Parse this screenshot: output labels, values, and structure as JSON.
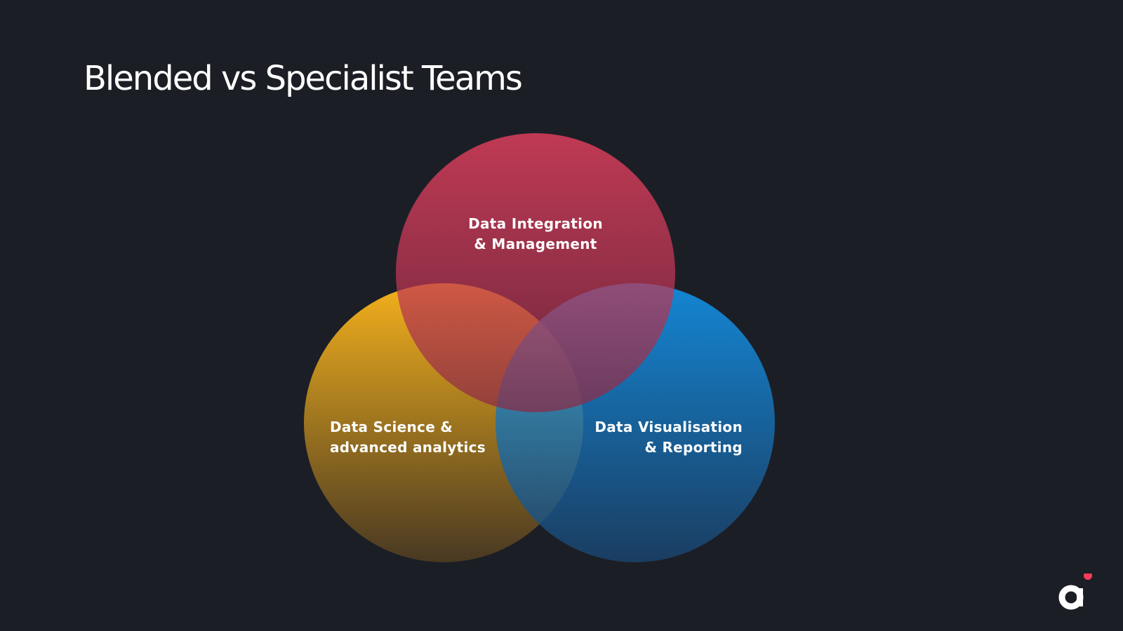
{
  "title": "Blended vs Specialist Teams",
  "venn": {
    "sets": [
      {
        "id": "top",
        "lines": [
          "Data Integration",
          "& Management"
        ],
        "color_top": "#ff4466",
        "color_bottom": "#8a2a45"
      },
      {
        "id": "left",
        "lines": [
          "Data Science &",
          "advanced analytics"
        ],
        "color_top": "#ffb81c",
        "color_bottom": "#4a3a22"
      },
      {
        "id": "right",
        "lines": [
          "Data Visualisation",
          "& Reporting"
        ],
        "color_top": "#12a0ff",
        "color_bottom": "#1a4570"
      }
    ]
  },
  "logo": {
    "letter": "a",
    "dot_color": "#ff3b5c"
  }
}
